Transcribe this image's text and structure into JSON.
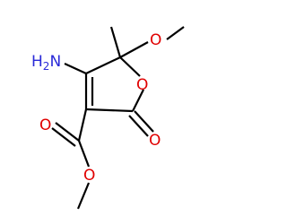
{
  "molecule": {
    "atoms": {
      "amine_n": {
        "symbol": "N",
        "label": "H2N",
        "color": "#2a2ad8"
      },
      "methoxy_o": {
        "symbol": "O",
        "label": "O",
        "color": "#e00000"
      },
      "ring_o": {
        "symbol": "O",
        "label": "O",
        "color": "#e00000"
      },
      "lactone_carbonyl_o": {
        "symbol": "O",
        "label": "O",
        "color": "#e00000"
      },
      "ester_carbonyl_o": {
        "symbol": "O",
        "label": "O",
        "color": "#e00000"
      },
      "ester_o": {
        "symbol": "O",
        "label": "O",
        "color": "#e00000"
      }
    },
    "bond_color": "#000000"
  }
}
